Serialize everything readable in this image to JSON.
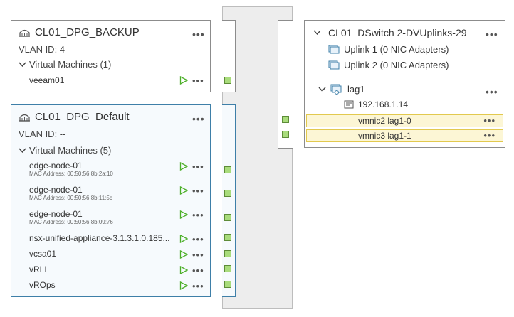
{
  "colors": {
    "selected_border": "#3e7fa8",
    "port_green": "#a9dc7c",
    "link_orange": "#f0b400",
    "highlight": "#fcf6d5"
  },
  "backup_group": {
    "title": "CL01_DPG_BACKUP",
    "vlan": "VLAN ID: 4",
    "vm_header": "Virtual Machines (1)",
    "vms": [
      {
        "name": "veeam01",
        "mac": ""
      }
    ]
  },
  "default_group": {
    "title": "CL01_DPG_Default",
    "vlan": "VLAN ID: --",
    "vm_header": "Virtual Machines (5)",
    "vms": [
      {
        "name": "edge-node-01",
        "mac": "MAC Address: 00:50:56:8b:2a:10"
      },
      {
        "name": "edge-node-01",
        "mac": "MAC Address: 00:50:56:8b:11:5c"
      },
      {
        "name": "edge-node-01",
        "mac": "MAC Address: 00:50:56:8b:09:76"
      },
      {
        "name": "nsx-unified-appliance-3.1.3.1.0.185...",
        "mac": ""
      },
      {
        "name": "vcsa01",
        "mac": ""
      },
      {
        "name": "vRLI",
        "mac": ""
      },
      {
        "name": "vROps",
        "mac": ""
      }
    ]
  },
  "uplinks": {
    "title": "CL01_DSwitch 2-DVUplinks-29",
    "uplink1": "Uplink 1 (0 NIC Adapters)",
    "uplink2": "Uplink 2 (0 NIC Adapters)",
    "lag": "lag1",
    "host_ip": "192.168.1.14",
    "vmnic2": "vmnic2 lag1-0",
    "vmnic3": "vmnic3 lag1-1"
  },
  "icons": {
    "portgroup": "portgroup-icon",
    "uplink": "uplink-icon",
    "lag": "lag-icon",
    "host": "host-icon",
    "power_on": "power-on-icon"
  }
}
